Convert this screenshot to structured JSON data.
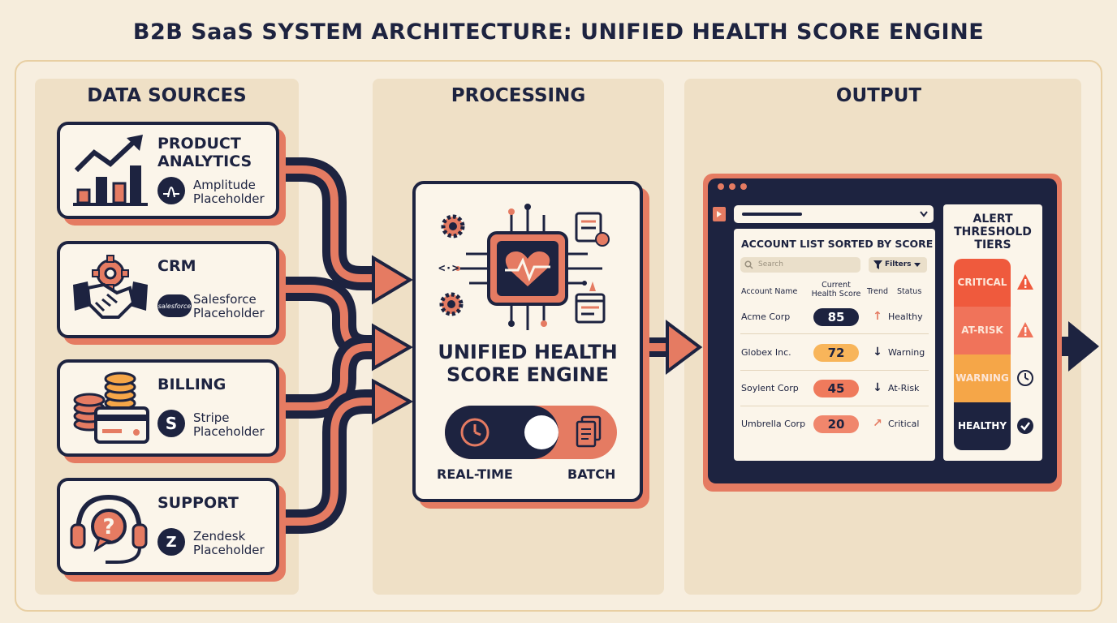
{
  "title": "B2B SaaS SYSTEM ARCHITECTURE: UNIFIED HEALTH SCORE ENGINE",
  "columns": {
    "sources": "DATA SOURCES",
    "processing": "PROCESSING",
    "output": "OUTPUT"
  },
  "sources": [
    {
      "title_line1": "PRODUCT",
      "title_line2": "ANALYTICS",
      "logo_letter": "",
      "sub_line1": "Amplitude",
      "sub_line2": "Placeholder",
      "icon": "bar-chart-growth-icon"
    },
    {
      "title_line1": "CRM",
      "title_line2": "",
      "logo_letter": "salesforce",
      "sub_line1": "Salesforce",
      "sub_line2": "Placeholder",
      "icon": "handshake-gear-icon"
    },
    {
      "title_line1": "BILLING",
      "title_line2": "",
      "logo_letter": "S",
      "sub_line1": "Stripe",
      "sub_line2": "Placeholder",
      "icon": "coins-card-icon"
    },
    {
      "title_line1": "SUPPORT",
      "title_line2": "",
      "logo_letter": "Z",
      "sub_line1": "Zendesk",
      "sub_line2": "Placeholder",
      "icon": "headset-question-icon"
    }
  ],
  "engine": {
    "title_line1": "UNIFIED HEALTH",
    "title_line2": "SCORE ENGINE",
    "mode_left": "REAL-TIME",
    "mode_right": "BATCH",
    "icon": "heart-chip-icon"
  },
  "dashboard": {
    "list_title": "ACCOUNT LIST SORTED BY SCORE",
    "search_placeholder": "Search",
    "filters_label": "Filters",
    "headers": {
      "name": "Account Name",
      "score_line1": "Current",
      "score_line2": "Health Score",
      "trend": "Trend",
      "status": "Status"
    },
    "rows": [
      {
        "name": "Acme Corp",
        "score": "85",
        "trend": "↑",
        "status": "Healthy"
      },
      {
        "name": "Globex Inc.",
        "score": "72",
        "trend": "↓",
        "status": "Warning"
      },
      {
        "name": "Soylent Corp",
        "score": "45",
        "trend": "↓",
        "status": "At-Risk"
      },
      {
        "name": "Umbrella Corp",
        "score": "20",
        "trend": "↗",
        "status": "Critical"
      }
    ],
    "alerts_title_line1": "ALERT",
    "alerts_title_line2": "THRESHOLD",
    "alerts_title_line3": "TIERS",
    "tiers": [
      {
        "label": "CRITICAL",
        "icon": "warning-triangle-icon"
      },
      {
        "label": "AT-RISK",
        "icon": "warning-triangle-icon"
      },
      {
        "label": "WARNING",
        "icon": "clock-icon"
      },
      {
        "label": "HEALTHY",
        "icon": "check-circle-icon"
      }
    ]
  },
  "colors": {
    "navy": "#1d2340",
    "coral": "#e57b62",
    "cream": "#fbf5ea",
    "panel": "#efe0c6",
    "critical": "#ef5a3d",
    "at_risk": "#f0735a",
    "warning": "#f5a648",
    "healthy": "#1d2340",
    "score_green": "#1d2340",
    "score_yellow": "#f8b55a",
    "score_orange": "#ef7a5c",
    "score_red": "#f0866c"
  }
}
